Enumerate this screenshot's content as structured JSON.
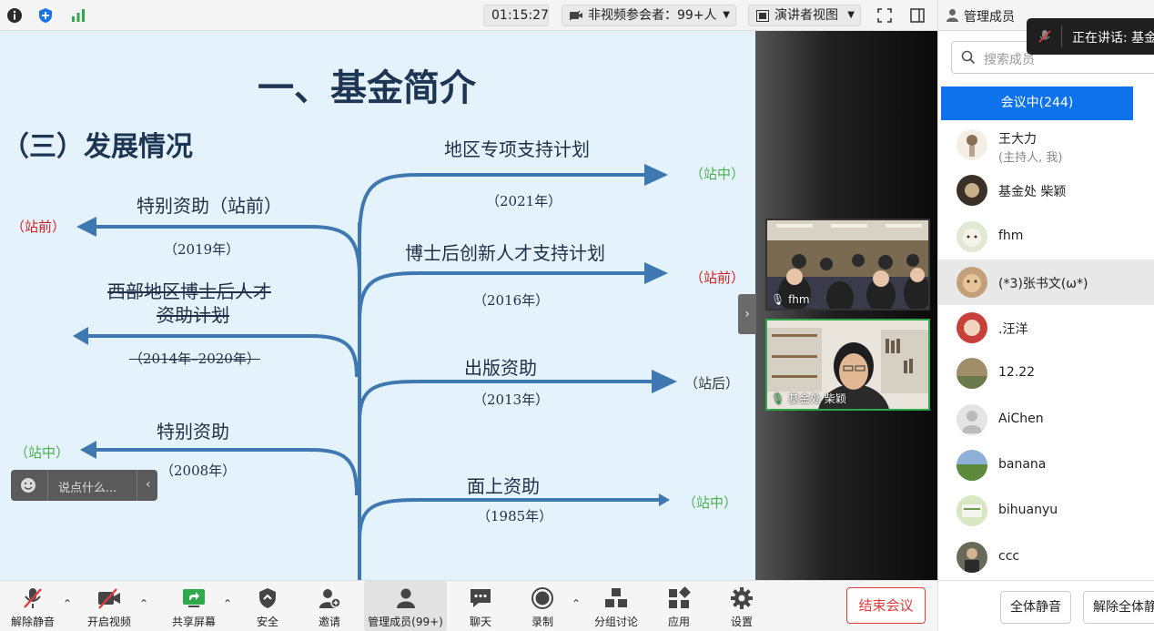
{
  "topbar": {
    "timer": "01:15:27",
    "non_video": "非视频参会者：99+人",
    "view_mode": "演讲者视图"
  },
  "slide": {
    "title": "一、基金简介",
    "subtitle": "（三）发展情况",
    "left_items": [
      {
        "label": "特别资助（站前）",
        "year": "（2019年）",
        "tag": "（站前）",
        "tag_color": "#d42020"
      },
      {
        "label_line1": "西部地区博士后人才",
        "label_line2": "资助计划",
        "year": "（2014年–2020年）"
      },
      {
        "label": "特别资助",
        "year": "（2008年）",
        "tag": "（站中）",
        "tag_color": "#4caf50"
      }
    ],
    "right_items": [
      {
        "label": "地区专项支持计划",
        "year": "（2021年）",
        "tag": "（站中）",
        "tag_color": "#4caf50"
      },
      {
        "label": "博士后创新人才支持计划",
        "year": "（2016年）",
        "tag": "（站前）",
        "tag_color": "#d42020"
      },
      {
        "label": "出版资助",
        "year": "（2013年）",
        "tag": "（站后）",
        "tag_color": "#333333"
      },
      {
        "label": "面上资助",
        "year": "（1985年）",
        "tag": "（站中）",
        "tag_color": "#4caf50"
      }
    ],
    "comment_placeholder": "说点什么..."
  },
  "videos": [
    {
      "name": "fhm"
    },
    {
      "name": "基金处 柴颖"
    }
  ],
  "panel": {
    "title": "管理成员",
    "search_placeholder": "搜索成员",
    "tab_in_meeting": "会议中(244)",
    "speaking_label": "正在讲话: 基金",
    "participants": [
      {
        "name": "王大力",
        "sub": "(主持人, 我)"
      },
      {
        "name": "基金处 柴颖"
      },
      {
        "name": "fhm"
      },
      {
        "name": "(*3)张书文(ω*)"
      },
      {
        "name": ".汪洋"
      },
      {
        "name": "12.22"
      },
      {
        "name": "AiChen"
      },
      {
        "name": "banana"
      },
      {
        "name": "bihuanyu"
      },
      {
        "name": "ccc"
      }
    ],
    "mute_all": "全体静音",
    "unmute_all": "解除全体静音"
  },
  "toolbar": {
    "unmute": "解除静音",
    "start_video": "开启视频",
    "share_screen": "共享屏幕",
    "security": "安全",
    "invite": "邀请",
    "manage_members": "管理成员(99+)",
    "chat": "聊天",
    "record": "录制",
    "breakout": "分组讨论",
    "apps": "应用",
    "settings": "设置",
    "end_meeting": "结束会议"
  },
  "colors": {
    "accent": "#0e72ed",
    "end": "#e03c3c",
    "arrow": "#3f77b0",
    "slide_bg": "#e4f3fb"
  }
}
